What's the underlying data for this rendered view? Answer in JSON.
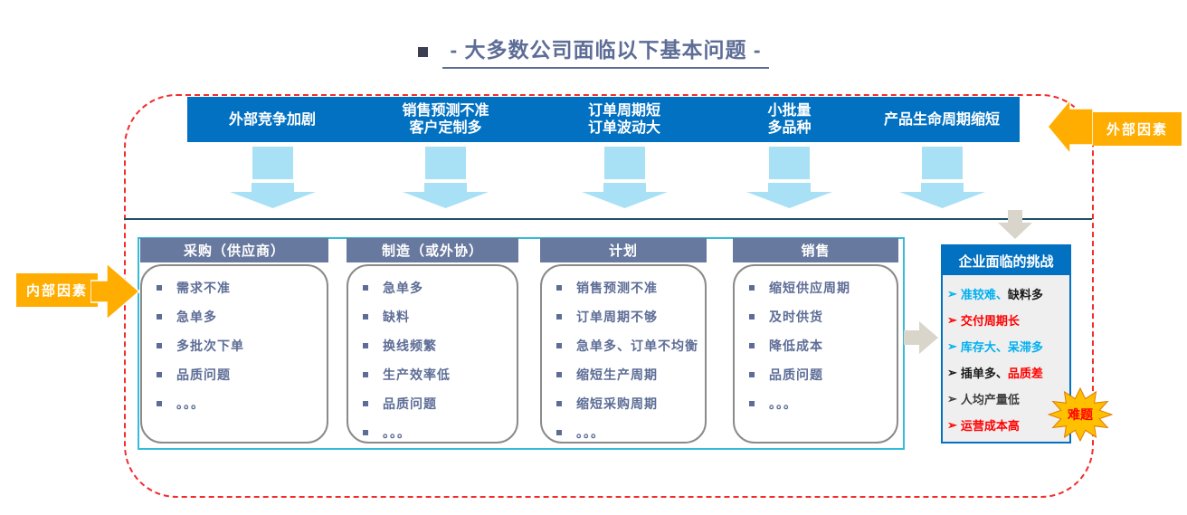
{
  "title": {
    "text": "- 大多数公司面临以下基本问题 -"
  },
  "external_label": "外部因素",
  "internal_label": "内部因素",
  "top_bar": {
    "items": [
      {
        "lines": [
          "外部竞争加剧"
        ]
      },
      {
        "lines": [
          "销售预测不准",
          "客户定制多"
        ]
      },
      {
        "lines": [
          "订单周期短",
          "订单波动大"
        ]
      },
      {
        "lines": [
          "小批量",
          "多品种"
        ]
      },
      {
        "lines": [
          "产品生命周期缩短"
        ]
      }
    ]
  },
  "categories": [
    {
      "header": "采购（供应商）",
      "items": [
        "需求不准",
        "急单多",
        "多批次下单",
        "品质问题",
        "。。。"
      ]
    },
    {
      "header": "制造（或外协）",
      "items": [
        "急单多",
        "缺料",
        "换线频繁",
        "生产效率低",
        "品质问题",
        "。。。"
      ]
    },
    {
      "header": "计划",
      "items": [
        "销售预测不准",
        "订单周期不够",
        "急单多、订单不均衡",
        "缩短生产周期",
        "缩短采购周期",
        "。。。"
      ]
    },
    {
      "header": "销售",
      "items": [
        "缩短供应周期",
        "及时供货",
        "降低成本",
        "品质问题",
        "。。。"
      ]
    }
  ],
  "challenges": {
    "header": "企业面临的挑战",
    "items": [
      {
        "bullet_color": "#00b0f0",
        "segments": [
          {
            "text": "准较难、",
            "color": "#00b0f0"
          },
          {
            "text": "缺料多",
            "color": "#1a1a1a"
          }
        ]
      },
      {
        "bullet_color": "#ff0000",
        "segments": [
          {
            "text": "交付周期长",
            "color": "#ff0000"
          }
        ]
      },
      {
        "bullet_color": "#00b0f0",
        "segments": [
          {
            "text": "库存大、呆滞多",
            "color": "#00b0f0"
          }
        ]
      },
      {
        "bullet_color": "#1a1a1a",
        "segments": [
          {
            "text": "插单多、",
            "color": "#1a1a1a"
          },
          {
            "text": "品质差",
            "color": "#ff0000"
          }
        ]
      },
      {
        "bullet_color": "#3f3f3f",
        "segments": [
          {
            "text": "人均产量低",
            "color": "#3f3f3f"
          }
        ]
      },
      {
        "bullet_color": "#ff0000",
        "segments": [
          {
            "text": "运营成本高",
            "color": "#ff0000"
          }
        ]
      }
    ],
    "badge": "难题"
  },
  "colors": {
    "bar_blue": "#0271c2",
    "slate_header": "#68799f",
    "body_text": "#5d6d96",
    "cyan": "#00b0f0",
    "red": "#ff0000",
    "orange": "#ffad01",
    "star_gold": "#ffc000",
    "arrow_blue": "#a8e0f6",
    "frame_teal": "#36bcd9",
    "dashed_red": "#f52b2b",
    "gray_arrow": "#d9d5cb"
  }
}
